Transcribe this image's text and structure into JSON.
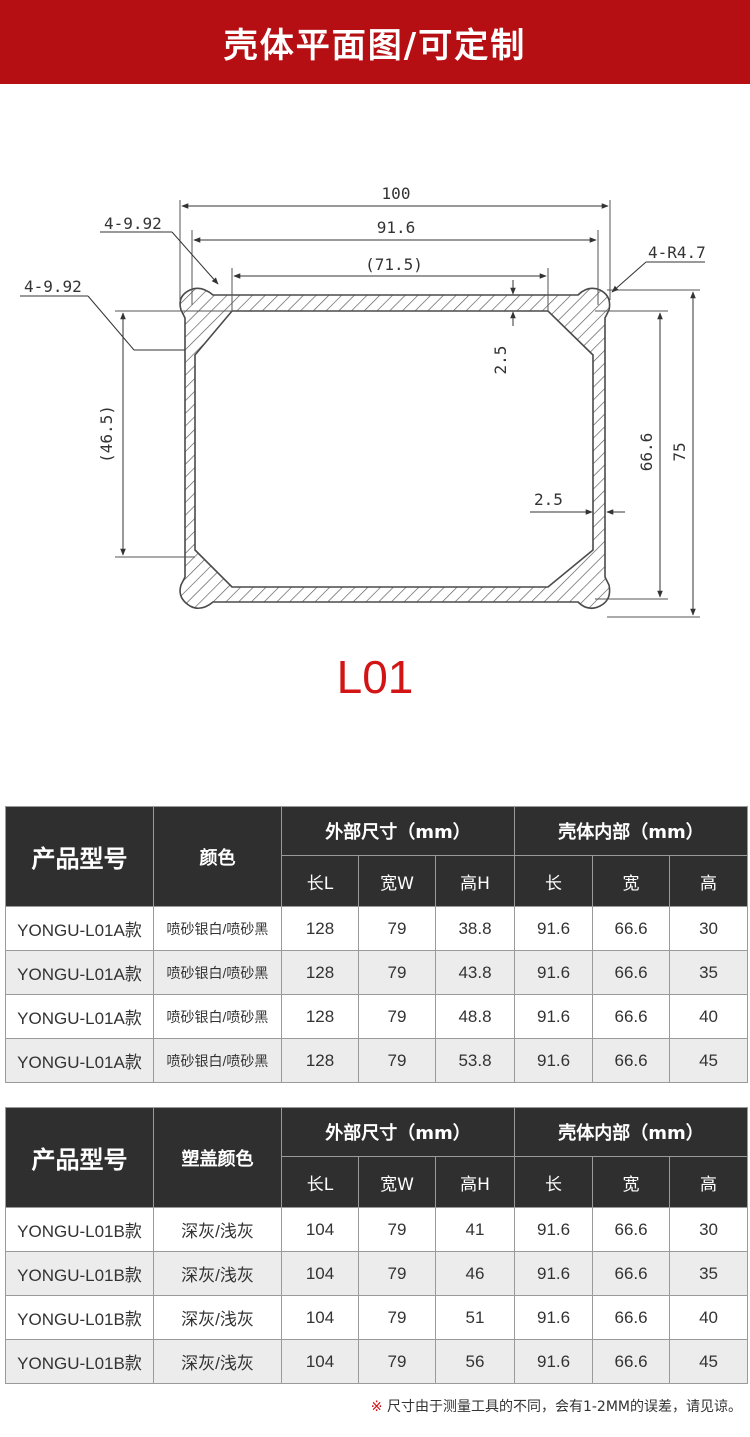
{
  "banner": {
    "title": "壳体平面图/可定制"
  },
  "drawing": {
    "model": "L01",
    "dims": {
      "overall_width": "100",
      "inner_width": "91.6",
      "flat_width": "(71.5)",
      "corner_left_top": "4-9.92",
      "corner_left_side": "4-9.92",
      "corner_radius": "4-R4.7",
      "wall_top": "2.5",
      "wall_side": "2.5",
      "flat_height": "(46.5)",
      "inner_height": "66.6",
      "overall_height": "75"
    },
    "colors": {
      "line": "#5a5a5a",
      "dim": "#444444",
      "accent": "#d31414"
    }
  },
  "table1": {
    "h_model": "产品型号",
    "h_color": "颜色",
    "h_outer": "外部尺寸（mm）",
    "h_inner": "壳体内部（mm）",
    "sub": [
      "长L",
      "宽W",
      "高H",
      "长",
      "宽",
      "高"
    ],
    "rows": [
      {
        "model": "YONGU-L01A款",
        "color": "喷砂银白/喷砂黑",
        "L": "128",
        "W": "79",
        "H": "38.8",
        "il": "91.6",
        "iw": "66.6",
        "ih": "30"
      },
      {
        "model": "YONGU-L01A款",
        "color": "喷砂银白/喷砂黑",
        "L": "128",
        "W": "79",
        "H": "43.8",
        "il": "91.6",
        "iw": "66.6",
        "ih": "35"
      },
      {
        "model": "YONGU-L01A款",
        "color": "喷砂银白/喷砂黑",
        "L": "128",
        "W": "79",
        "H": "48.8",
        "il": "91.6",
        "iw": "66.6",
        "ih": "40"
      },
      {
        "model": "YONGU-L01A款",
        "color": "喷砂银白/喷砂黑",
        "L": "128",
        "W": "79",
        "H": "53.8",
        "il": "91.6",
        "iw": "66.6",
        "ih": "45"
      }
    ]
  },
  "table2": {
    "h_model": "产品型号",
    "h_color": "塑盖颜色",
    "h_outer": "外部尺寸（mm）",
    "h_inner": "壳体内部（mm）",
    "sub": [
      "长L",
      "宽W",
      "高H",
      "长",
      "宽",
      "高"
    ],
    "rows": [
      {
        "model": "YONGU-L01B款",
        "color": "深灰/浅灰",
        "L": "104",
        "W": "79",
        "H": "41",
        "il": "91.6",
        "iw": "66.6",
        "ih": "30"
      },
      {
        "model": "YONGU-L01B款",
        "color": "深灰/浅灰",
        "L": "104",
        "W": "79",
        "H": "46",
        "il": "91.6",
        "iw": "66.6",
        "ih": "35"
      },
      {
        "model": "YONGU-L01B款",
        "color": "深灰/浅灰",
        "L": "104",
        "W": "79",
        "H": "51",
        "il": "91.6",
        "iw": "66.6",
        "ih": "40"
      },
      {
        "model": "YONGU-L01B款",
        "color": "深灰/浅灰",
        "L": "104",
        "W": "79",
        "H": "56",
        "il": "91.6",
        "iw": "66.6",
        "ih": "45"
      }
    ]
  },
  "note": {
    "mark": "※",
    "text": "尺寸由于测量工具的不同，会有1-2MM的误差，请见谅。"
  }
}
